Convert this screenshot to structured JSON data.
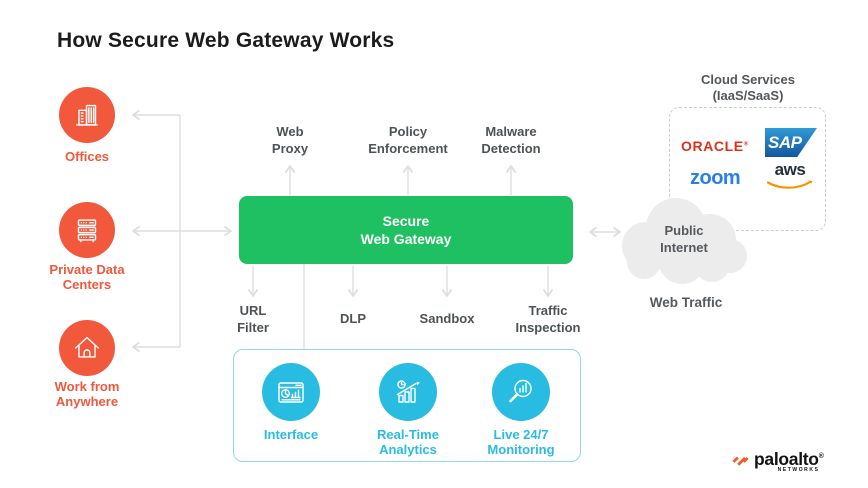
{
  "title": "How Secure Web Gateway Works",
  "sources": [
    {
      "name": "offices",
      "line1": "Offices",
      "line2": ""
    },
    {
      "name": "private-data-centers",
      "line1": "Private Data",
      "line2": "Centers"
    },
    {
      "name": "work-from-anywhere",
      "line1": "Work from",
      "line2": "Anywhere"
    }
  ],
  "gateway": {
    "line1": "Secure",
    "line2": "Web Gateway"
  },
  "top_features": [
    {
      "line1": "Web",
      "line2": "Proxy"
    },
    {
      "line1": "Policy",
      "line2": "Enforcement"
    },
    {
      "line1": "Malware",
      "line2": "Detection"
    }
  ],
  "bottom_features": [
    {
      "line1": "URL",
      "line2": "Filter"
    },
    {
      "line1": "DLP",
      "line2": ""
    },
    {
      "line1": "Sandbox",
      "line2": ""
    },
    {
      "line1": "Traffic",
      "line2": "Inspection"
    }
  ],
  "panel": {
    "items": [
      {
        "line1": "Interface",
        "line2": ""
      },
      {
        "line1": "Real-Time",
        "line2": "Analytics"
      },
      {
        "line1": "Live 24/7",
        "line2": "Monitoring"
      }
    ]
  },
  "cloud_services": {
    "title": "Cloud Services",
    "subtitle": "(IaaS/SaaS)",
    "logos": {
      "oracle": "ORACLE",
      "oracle_mark": "®",
      "sap": "SAP",
      "zoom": "zoom",
      "aws": "aws"
    }
  },
  "internet": {
    "line1": "Public",
    "line2": "Internet",
    "traffic": "Web Traffic"
  },
  "brand": {
    "wordmark": "paloalto",
    "registered": "®",
    "networks": "NETWORKS"
  },
  "colors": {
    "source_orange": "#F1583C",
    "gateway_green": "#1FC061",
    "panel_cyan": "#29BCE2",
    "connector_gray": "#DEDEDE",
    "oracle_red": "#E0301C",
    "sap_blue": "#14569E",
    "zoom_blue": "#2680EB",
    "aws_dark": "#252F3E",
    "aws_orange": "#F79400",
    "brand_orange": "#F0592B"
  }
}
